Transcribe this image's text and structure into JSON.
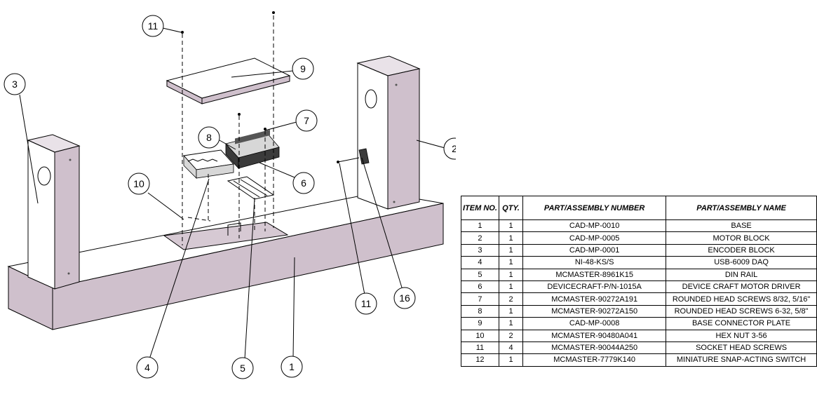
{
  "bom": {
    "headers": {
      "item_no": "ITEM NO.",
      "qty": "QTY.",
      "part_number": "PART/ASSEMBLY NUMBER",
      "part_name": "PART/ASSEMBLY NAME"
    },
    "rows": [
      {
        "item": "1",
        "qty": "1",
        "number": "CAD-MP-0010",
        "name": "BASE"
      },
      {
        "item": "2",
        "qty": "1",
        "number": "CAD-MP-0005",
        "name": "MOTOR BLOCK"
      },
      {
        "item": "3",
        "qty": "1",
        "number": "CAD-MP-0001",
        "name": "ENCODER BLOCK"
      },
      {
        "item": "4",
        "qty": "1",
        "number": "NI-48-KS/S",
        "name": "USB-6009 DAQ"
      },
      {
        "item": "5",
        "qty": "1",
        "number": "MCMASTER-8961K15",
        "name": "DIN RAIL"
      },
      {
        "item": "6",
        "qty": "1",
        "number": "DEVICECRAFT-P/N-1015A",
        "name": "DEVICE CRAFT MOTOR DRIVER"
      },
      {
        "item": "7",
        "qty": "2",
        "number": "MCMASTER-90272A191",
        "name": "ROUNDED HEAD SCREWS 8/32, 5/16\""
      },
      {
        "item": "8",
        "qty": "1",
        "number": "MCMASTER-90272A150",
        "name": "ROUNDED HEAD SCREWS 6-32, 5/8\""
      },
      {
        "item": "9",
        "qty": "1",
        "number": "CAD-MP-0008",
        "name": "BASE CONNECTOR PLATE"
      },
      {
        "item": "10",
        "qty": "2",
        "number": "MCMASTER-90480A041",
        "name": "HEX NUT 3-56"
      },
      {
        "item": "11",
        "qty": "4",
        "number": "MCMASTER-90044A250",
        "name": "SOCKET HEAD SCREWS"
      },
      {
        "item": "12",
        "qty": "1",
        "number": "MCMASTER-7779K140",
        "name": "MINIATURE SNAP-ACTING SWITCH"
      }
    ]
  },
  "balloons": {
    "b11_top": "11",
    "b9": "9",
    "b3": "3",
    "b7": "7",
    "b8": "8",
    "b2": "2",
    "b10": "10",
    "b6": "6",
    "b11_bottom": "11",
    "b16": "16",
    "b4": "4",
    "b5": "5",
    "b1": "1"
  },
  "colors": {
    "part_fill": "#cfc0cc",
    "background": "#ffffff",
    "line": "#000000"
  }
}
